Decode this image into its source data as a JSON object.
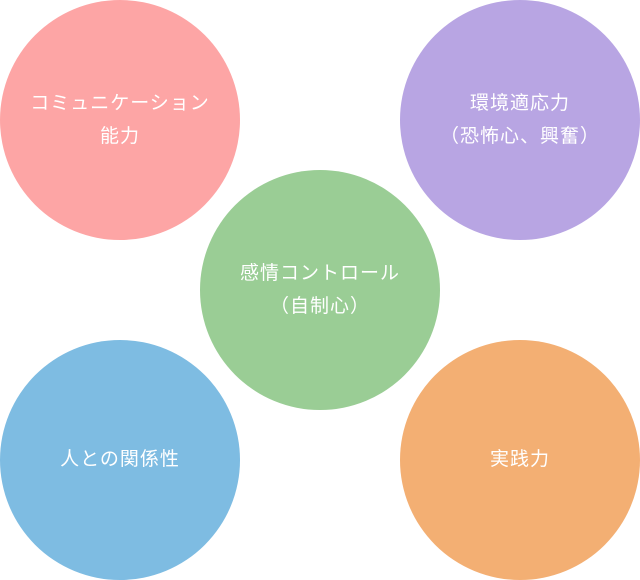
{
  "bubbles": [
    {
      "id": "communication",
      "lines": [
        "コミュニケーション",
        "能力"
      ],
      "color": "#FDA5A5"
    },
    {
      "id": "adaptability",
      "lines": [
        "環境適応力",
        "（恐怖心、興奮）"
      ],
      "color": "#B8A5E3"
    },
    {
      "id": "emotion",
      "lines": [
        "感情コントロール",
        "（自制心）"
      ],
      "color": "#9ACD95"
    },
    {
      "id": "relationship",
      "lines": [
        "人との関係性"
      ],
      "color": "#7EBCE2"
    },
    {
      "id": "practice",
      "lines": [
        "実践力"
      ],
      "color": "#F3AF73"
    }
  ]
}
